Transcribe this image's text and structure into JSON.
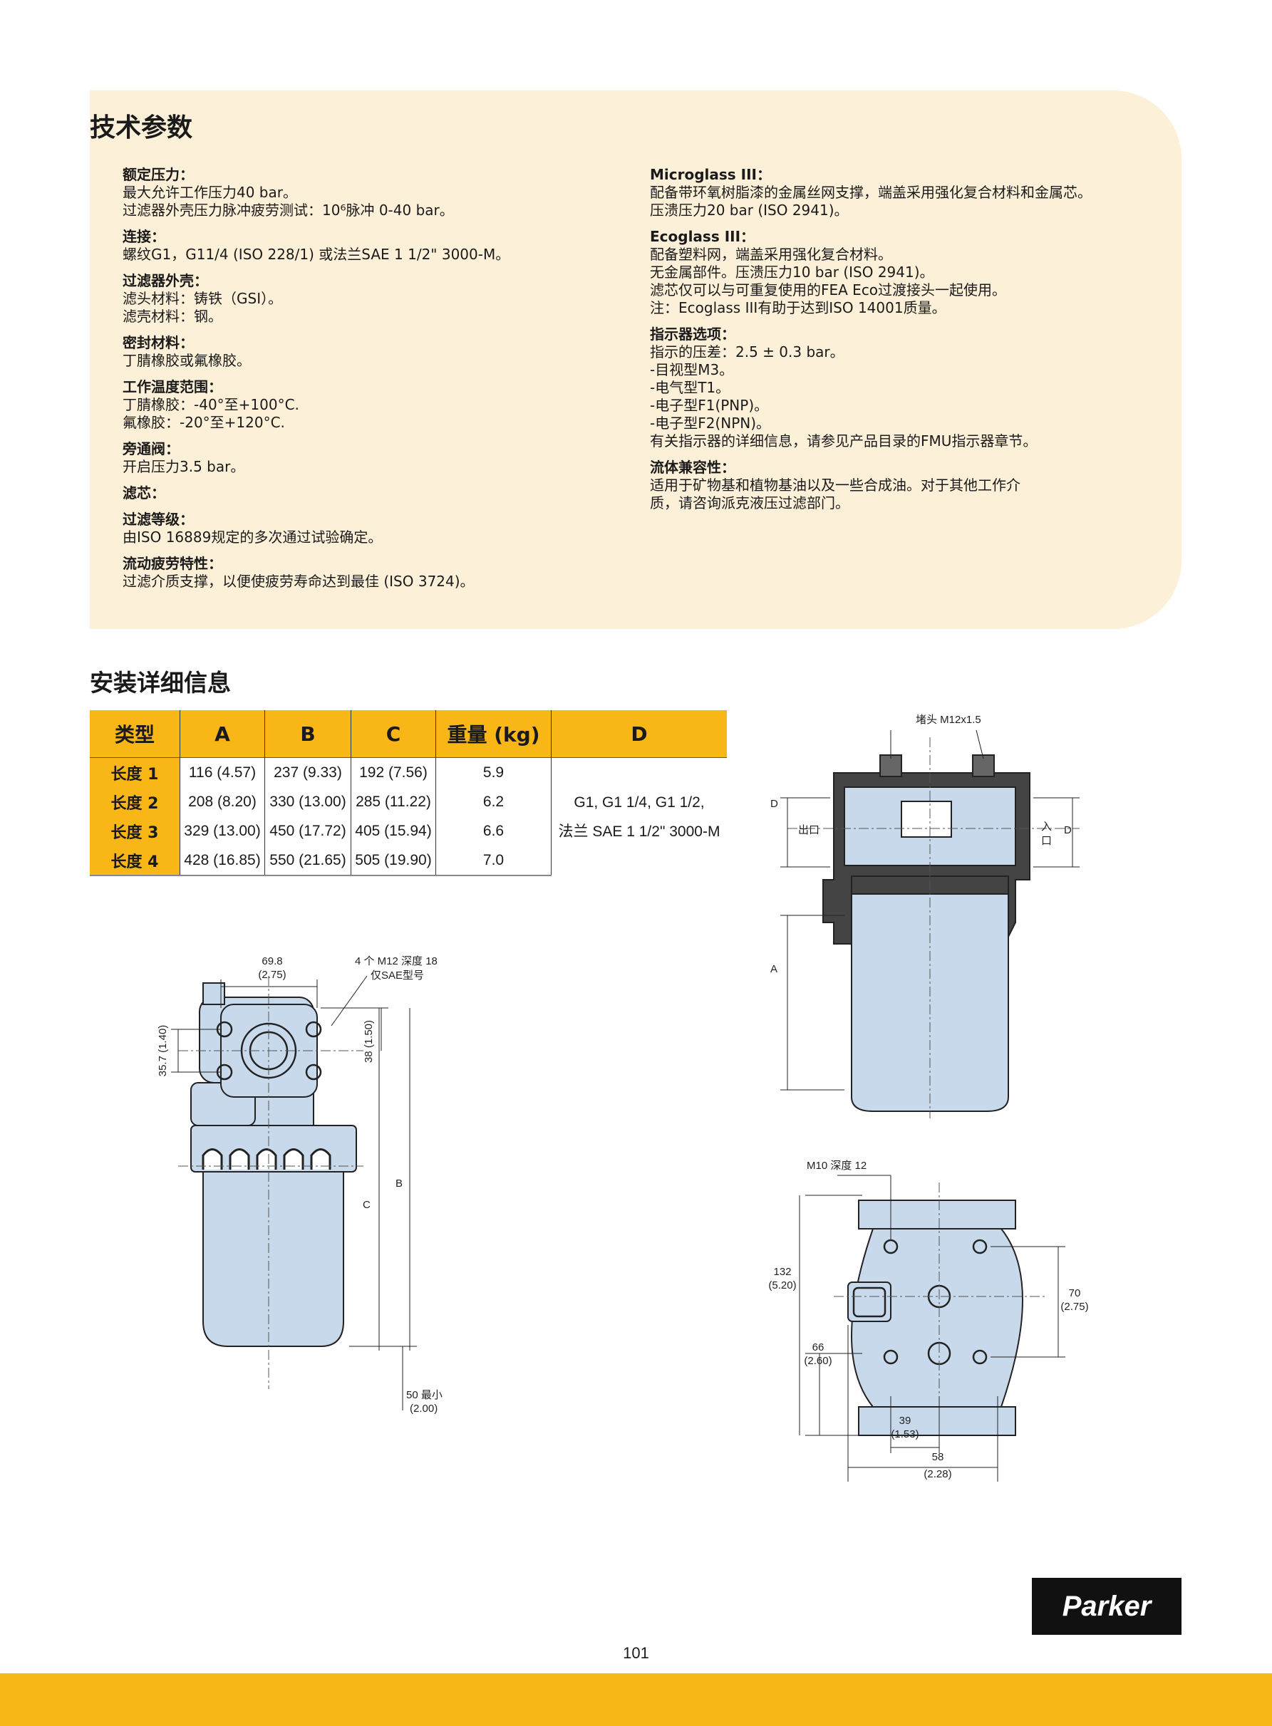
{
  "spec": {
    "title": "技术参数",
    "left": [
      {
        "label": "额定压力：",
        "lines": [
          "最大允许工作压力40 bar。",
          "过滤器外壳压力脉冲疲劳测试：10⁶脉冲 0-40 bar。"
        ]
      },
      {
        "label": "连接：",
        "lines": [
          "螺纹G1，G11/4 (ISO 228/1) 或法兰SAE 1 1/2\" 3000-M。"
        ]
      },
      {
        "label": "过滤器外壳：",
        "lines": [
          "滤头材料：铸铁（GSI）。",
          "滤壳材料：钢。"
        ]
      },
      {
        "label": "密封材料：",
        "lines": [
          "丁腈橡胶或氟橡胶。"
        ]
      },
      {
        "label": "工作温度范围：",
        "lines": [
          "丁腈橡胶：-40°至+100°C.",
          "氟橡胶：-20°至+120°C."
        ]
      },
      {
        "label": "旁通阀：",
        "lines": [
          "开启压力3.5 bar。"
        ]
      },
      {
        "label": "滤芯：",
        "lines": []
      },
      {
        "label": "过滤等级：",
        "lines": [
          "由ISO 16889规定的多次通过试验确定。"
        ]
      },
      {
        "label": "流动疲劳特性：",
        "lines": [
          "过滤介质支撑，以便使疲劳寿命达到最佳 (ISO 3724)。"
        ]
      }
    ],
    "right": [
      {
        "label": "Microglass III：",
        "lines": [
          "配备带环氧树脂漆的金属丝网支撑，端盖采用强化复合材料和金属芯。",
          "压溃压力20 bar (ISO 2941)。"
        ]
      },
      {
        "label": "Ecoglass III：",
        "lines": [
          "配备塑料网，端盖采用强化复合材料。",
          "无金属部件。压溃压力10 bar (ISO 2941)。",
          "滤芯仅可以与可重复使用的FEA Eco过渡接头一起使用。",
          "注：Ecoglass III有助于达到ISO 14001质量。"
        ]
      },
      {
        "label": "指示器选项：",
        "lines": [
          "指示的压差：2.5 ± 0.3 bar。",
          "-目视型M3。",
          "-电气型T1。",
          "-电子型F1(PNP)。",
          "-电子型F2(NPN)。",
          "有关指示器的详细信息，请参见产品目录的FMU指示器章节。"
        ]
      },
      {
        "label": "流体兼容性：",
        "lines": [
          "适用于矿物基和植物基油以及一些合成油。对于其他工作介",
          "质，请咨询派克液压过滤部门。"
        ]
      }
    ]
  },
  "install": {
    "title": "安装详细信息",
    "headers": [
      "类型",
      "A",
      "B",
      "C",
      "重量 (kg)",
      "D"
    ],
    "rows": [
      {
        "type": "长度 1",
        "a": "116 (4.57)",
        "b": "237 (9.33)",
        "c": "192 (7.56)",
        "w": "5.9"
      },
      {
        "type": "长度 2",
        "a": "208 (8.20)",
        "b": "330 (13.00)",
        "c": "285 (11.22)",
        "w": "6.2"
      },
      {
        "type": "长度 3",
        "a": "329 (13.00)",
        "b": "450 (17.72)",
        "c": "405 (15.94)",
        "w": "6.6"
      },
      {
        "type": "长度 4",
        "a": "428 (16.85)",
        "b": "550 (21.65)",
        "c": "505 (19.90)",
        "w": "7.0"
      }
    ],
    "d_line1": "G1, G1 1/4, G1 1/2,",
    "d_line2": "法兰  SAE 1 1/2\" 3000-M"
  },
  "drawing_front": {
    "w1": "69.8",
    "w2": "(2.75)",
    "note1": "4 个 M12 深度 18",
    "note2": "仅SAE型号",
    "h35": "35.7 (1.40)",
    "h38": "38 (1.50)",
    "b": "B",
    "c": "C",
    "min1": "50 最小",
    "min2": "(2.00)"
  },
  "drawing_side": {
    "plug": "堵头 M12x1.5",
    "d": "D",
    "outlet": "出口",
    "inlet1": "入",
    "inlet2": "口",
    "a": "A"
  },
  "drawing_bottom": {
    "m10": "M10 深度 12",
    "h132a": "132",
    "h132b": "(5.20)",
    "h66a": "66",
    "h66b": "(2.60)",
    "h70a": "70",
    "h70b": "(2.75)",
    "w39a": "39",
    "w39b": "(1.53)",
    "w58a": "58",
    "w58b": "(2.28)"
  },
  "footer": {
    "brand": "Parker",
    "page": "101"
  },
  "colors": {
    "accent": "#f9b617",
    "panel": "#fdf0d8",
    "part": "#c8d9ec"
  }
}
